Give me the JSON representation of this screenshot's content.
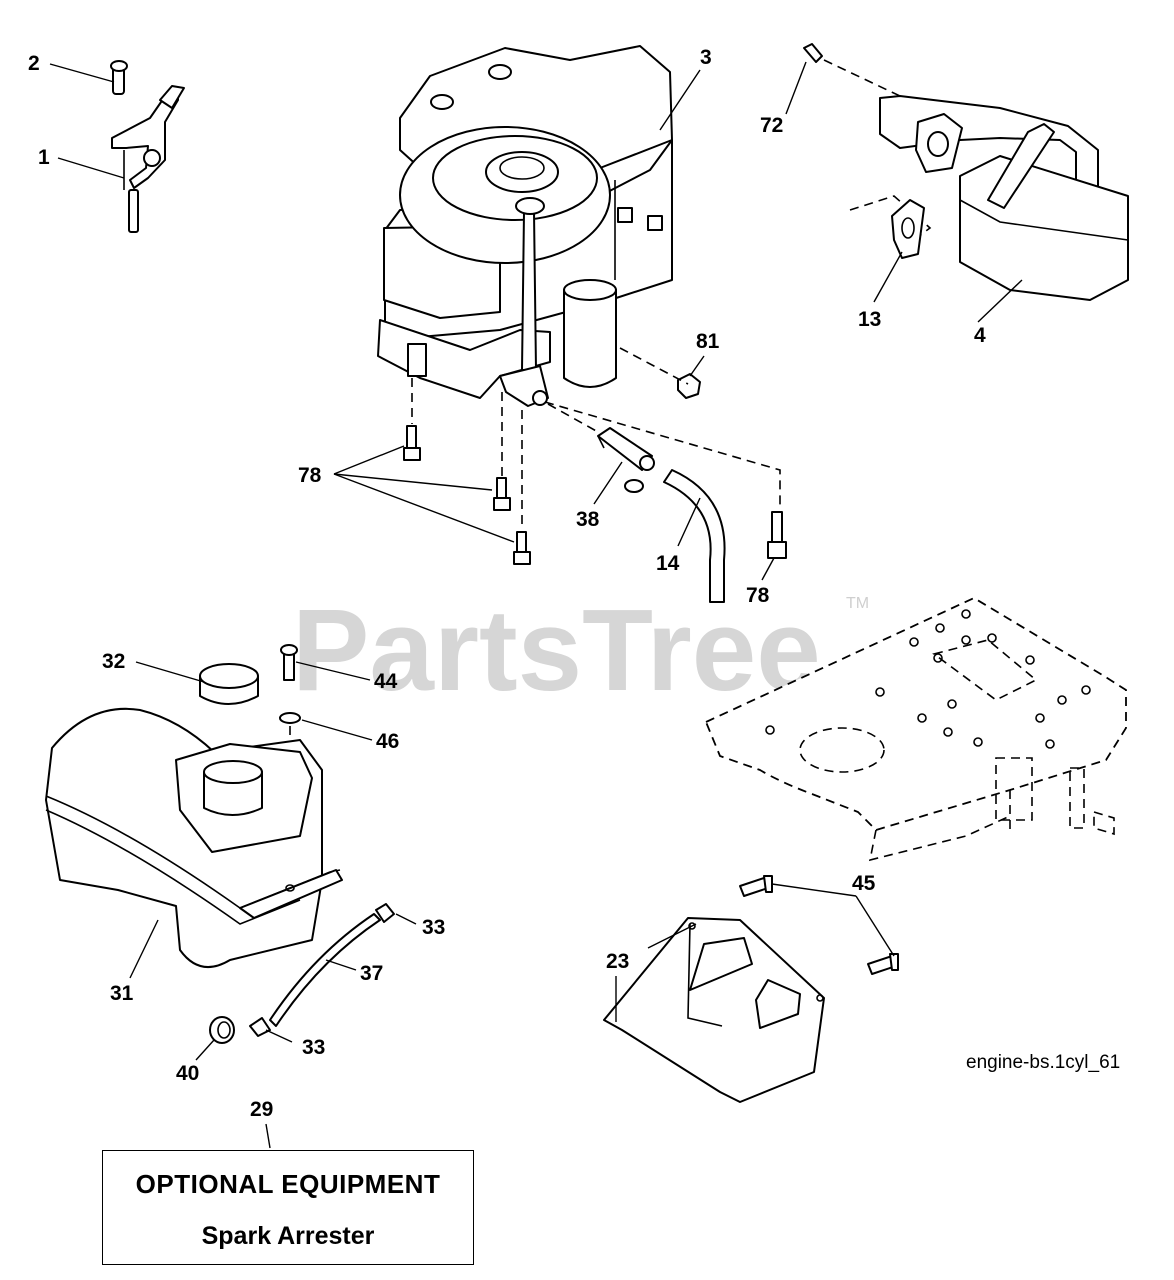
{
  "watermark": {
    "text": "PartsTree",
    "trademark": "TM"
  },
  "drawing_id": "engine-bs.1cyl_61",
  "callouts": {
    "c1": "1",
    "c2": "2",
    "c3": "3",
    "c4": "4",
    "c13": "13",
    "c14": "14",
    "c23": "23",
    "c29": "29",
    "c31": "31",
    "c32": "32",
    "c33a": "33",
    "c33b": "33",
    "c37": "37",
    "c38": "38",
    "c40": "40",
    "c44": "44",
    "c45": "45",
    "c46": "46",
    "c72": "72",
    "c78a": "78",
    "c78b": "78",
    "c81": "81"
  },
  "optional_box": {
    "title": "OPTIONAL EQUIPMENT",
    "item": "Spark Arrester"
  }
}
